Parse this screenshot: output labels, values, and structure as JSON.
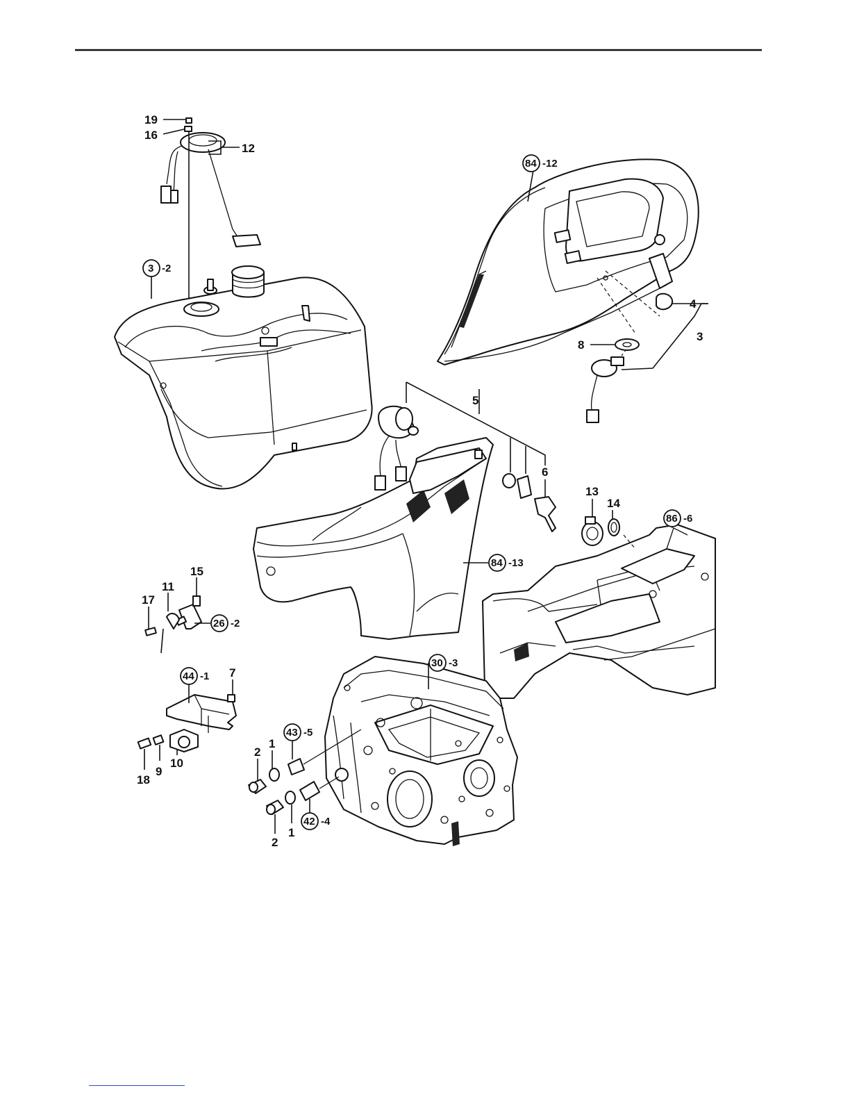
{
  "labels": {
    "l19": "19",
    "l16": "16",
    "l12": "12",
    "r3_2_num": "3",
    "r3_2_sfx": "-2",
    "r84_12_num": "84",
    "r84_12_sfx": "-12",
    "l4": "4",
    "l3": "3",
    "l8": "8",
    "l5": "5",
    "l6": "6",
    "l13": "13",
    "l14": "14",
    "r86_6_num": "86",
    "r86_6_sfx": "-6",
    "r84_13_num": "84",
    "r84_13_sfx": "-13",
    "l15": "15",
    "l11": "11",
    "l17": "17",
    "r26_2_num": "26",
    "r26_2_sfx": "-2",
    "r30_3_num": "30",
    "r30_3_sfx": "-3",
    "r44_1_num": "44",
    "r44_1_sfx": "-1",
    "l7": "7",
    "r43_5_num": "43",
    "r43_5_sfx": "-5",
    "l2a": "2",
    "l1a": "1",
    "l18": "18",
    "l9": "9",
    "l10": "10",
    "l2b": "2",
    "l1b": "1",
    "r42_4_num": "42",
    "r42_4_sfx": "-4"
  },
  "colors": {
    "ink": "#111111",
    "paper": "#ffffff",
    "footer_link": "#2a4fbf"
  }
}
